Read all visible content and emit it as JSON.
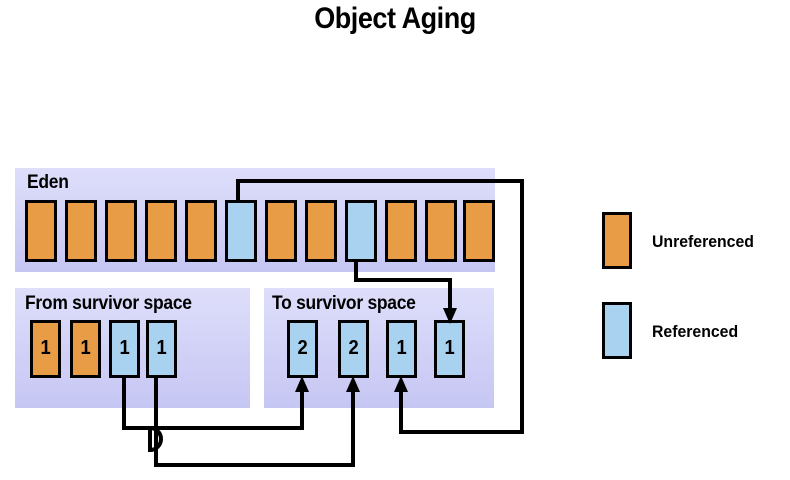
{
  "title": "Object Aging",
  "colors": {
    "unreferenced": "#E89C45",
    "referenced": "#A8D2F0",
    "panel_top": "#DEDEFB",
    "panel_bottom": "#C6C6F3",
    "outline": "#000000",
    "background": "#FFFFFF"
  },
  "regions": {
    "eden": {
      "label": "Eden",
      "blocks": [
        {
          "state": "unreferenced",
          "age": ""
        },
        {
          "state": "unreferenced",
          "age": ""
        },
        {
          "state": "unreferenced",
          "age": ""
        },
        {
          "state": "unreferenced",
          "age": ""
        },
        {
          "state": "unreferenced",
          "age": ""
        },
        {
          "state": "referenced",
          "age": ""
        },
        {
          "state": "unreferenced",
          "age": ""
        },
        {
          "state": "unreferenced",
          "age": ""
        },
        {
          "state": "referenced",
          "age": ""
        },
        {
          "state": "unreferenced",
          "age": ""
        },
        {
          "state": "unreferenced",
          "age": ""
        },
        {
          "state": "unreferenced",
          "age": ""
        }
      ]
    },
    "from_survivor": {
      "label": "From survivor  space",
      "blocks": [
        {
          "state": "unreferenced",
          "age": "1"
        },
        {
          "state": "unreferenced",
          "age": "1"
        },
        {
          "state": "referenced",
          "age": "1"
        },
        {
          "state": "referenced",
          "age": "1"
        }
      ]
    },
    "to_survivor": {
      "label": "To survivor  space",
      "blocks": [
        {
          "state": "referenced",
          "age": "2"
        },
        {
          "state": "referenced",
          "age": "2"
        },
        {
          "state": "referenced",
          "age": "1"
        },
        {
          "state": "referenced",
          "age": "1"
        }
      ]
    }
  },
  "legend": {
    "items": [
      {
        "state": "unreferenced",
        "label": "Unreferenced"
      },
      {
        "state": "referenced",
        "label": "Referenced"
      }
    ]
  },
  "connections": [
    {
      "from": "eden.block.6",
      "to": "to_survivor.block.3",
      "note": "routed over top and down far right"
    },
    {
      "from": "eden.block.9",
      "to": "to_survivor.block.4",
      "note": "routed down and right, arrow from above"
    },
    {
      "from": "from_survivor.block.3",
      "to": "to_survivor.block.1",
      "note": "routed down and right, bridges over crossing line"
    },
    {
      "from": "from_survivor.block.4",
      "to": "to_survivor.block.2",
      "note": "routed down below crossing line and right"
    }
  ]
}
